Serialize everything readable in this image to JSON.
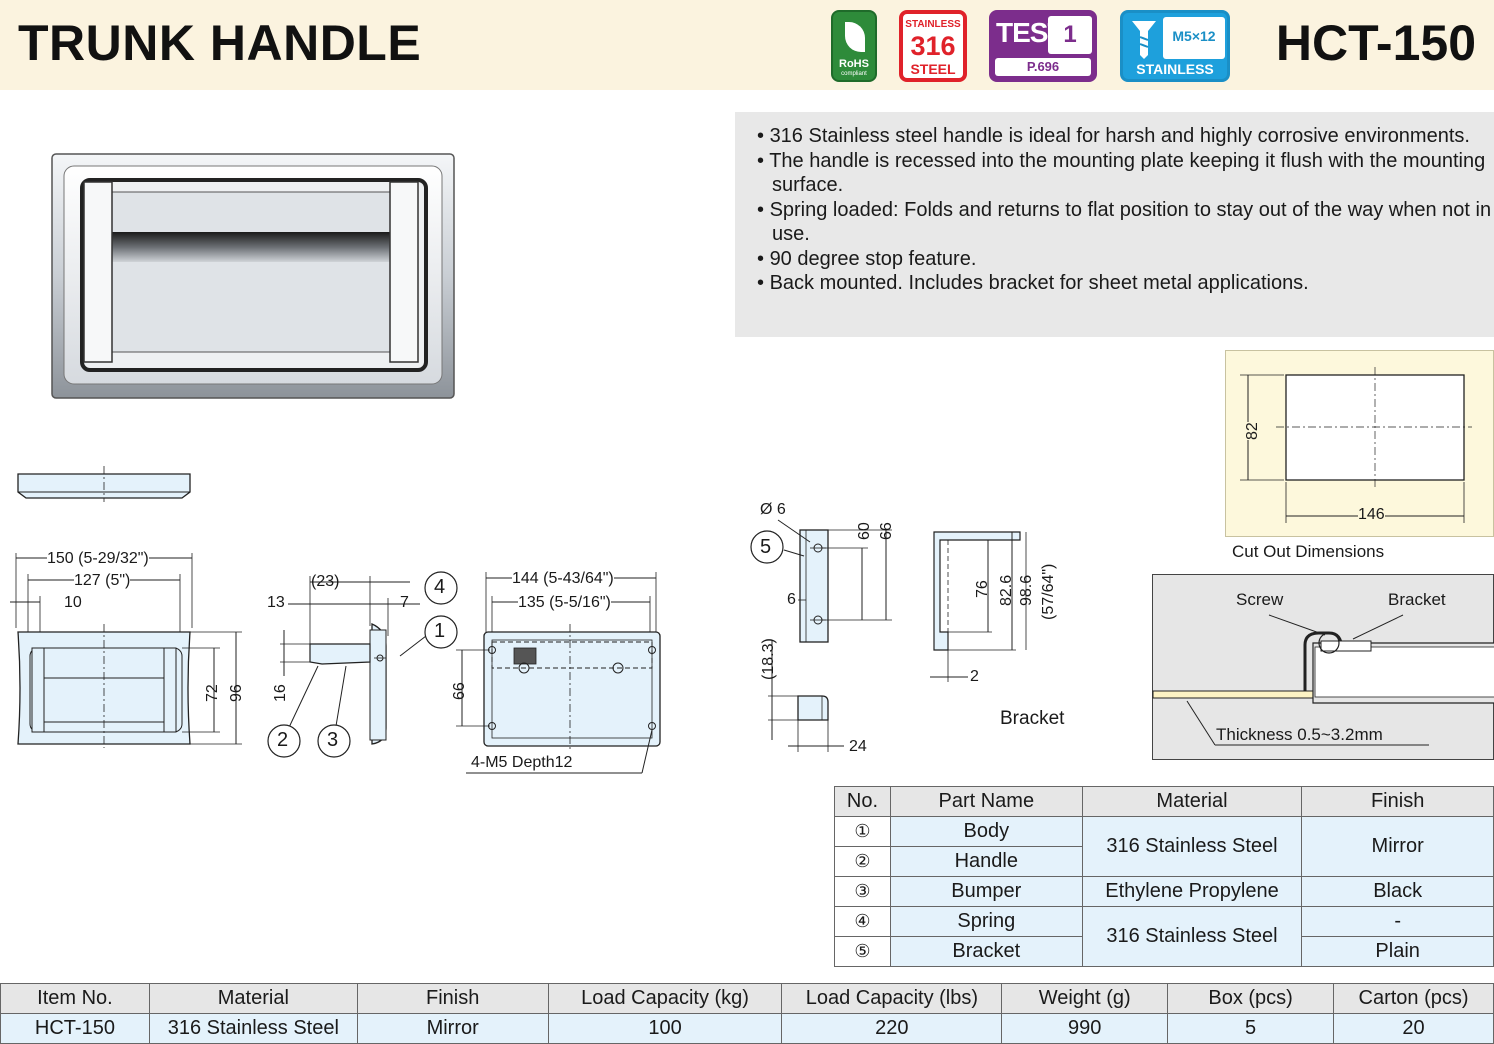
{
  "header": {
    "title": "TRUNK HANDLE",
    "model": "HCT-150",
    "badges": {
      "rohs_line1": "RoHS",
      "rohs_line2": "compliant",
      "stainless_top": "STAINLESS",
      "stainless_num": "316",
      "stainless_bottom": "STEEL",
      "test_label": "TEST",
      "test_number": "1",
      "test_page": "P.696",
      "screw_size": "M5×12",
      "screw_label": "STAINLESS"
    }
  },
  "features": [
    "316 Stainless steel handle is ideal for harsh and highly corrosive environments.",
    "The handle is recessed into the mounting plate keeping it flush with the mounting surface.",
    "Spring loaded: Folds and returns to flat position to stay out of the way when not in use.",
    "90 degree stop feature.",
    "Back mounted. Includes bracket for sheet metal applications."
  ],
  "cutout": {
    "height": "82",
    "width": "146",
    "caption": "Cut Out Dimensions"
  },
  "section_view": {
    "screw": "Screw",
    "bracket": "Bracket",
    "thickness": "Thickness 0.5~3.2mm"
  },
  "front_view": {
    "width_outer": "150 (5-29/32\")",
    "width_inner": "127 (5\")",
    "offset": "10",
    "height_inner": "72",
    "height_outer": "96"
  },
  "side_view": {
    "depth": "(23)",
    "d13": "13",
    "d7": "7",
    "d16": "16",
    "callouts": [
      "1",
      "2",
      "3",
      "4"
    ]
  },
  "back_view": {
    "width_outer": "144 (5-43/64\")",
    "width_inner": "135 (5-5/16\")",
    "height": "66",
    "holes": "4-M5  Depth12"
  },
  "bracket_view": {
    "dia": "Ø 6",
    "d6": "6",
    "d60": "60",
    "d66": "66",
    "d18": "(18.3)",
    "d24": "24",
    "d76": "76",
    "d82": "82.6",
    "d98": "98.6",
    "d98_in": "(57/64\")",
    "d2": "2",
    "callout": "5",
    "label": "Bracket"
  },
  "parts_table": {
    "headers": [
      "No.",
      "Part Name",
      "Material",
      "Finish"
    ],
    "rows": [
      {
        "no": "①",
        "name": "Body"
      },
      {
        "no": "②",
        "name": "Handle"
      },
      {
        "no": "③",
        "name": "Bumper"
      },
      {
        "no": "④",
        "name": "Spring"
      },
      {
        "no": "⑤",
        "name": "Bracket"
      }
    ],
    "materials": [
      "316 Stainless Steel",
      "Ethylene Propylene",
      "316 Stainless Steel"
    ],
    "finishes": [
      "Mirror",
      "Black",
      "-",
      "Plain"
    ]
  },
  "spec_table": {
    "headers": [
      "Item No.",
      "Material",
      "Finish",
      "Load Capacity (kg)",
      "Load Capacity (lbs)",
      "Weight (g)",
      "Box (pcs)",
      "Carton (pcs)"
    ],
    "row": [
      "HCT-150",
      "316 Stainless Steel",
      "Mirror",
      "100",
      "220",
      "990",
      "5",
      "20"
    ]
  }
}
